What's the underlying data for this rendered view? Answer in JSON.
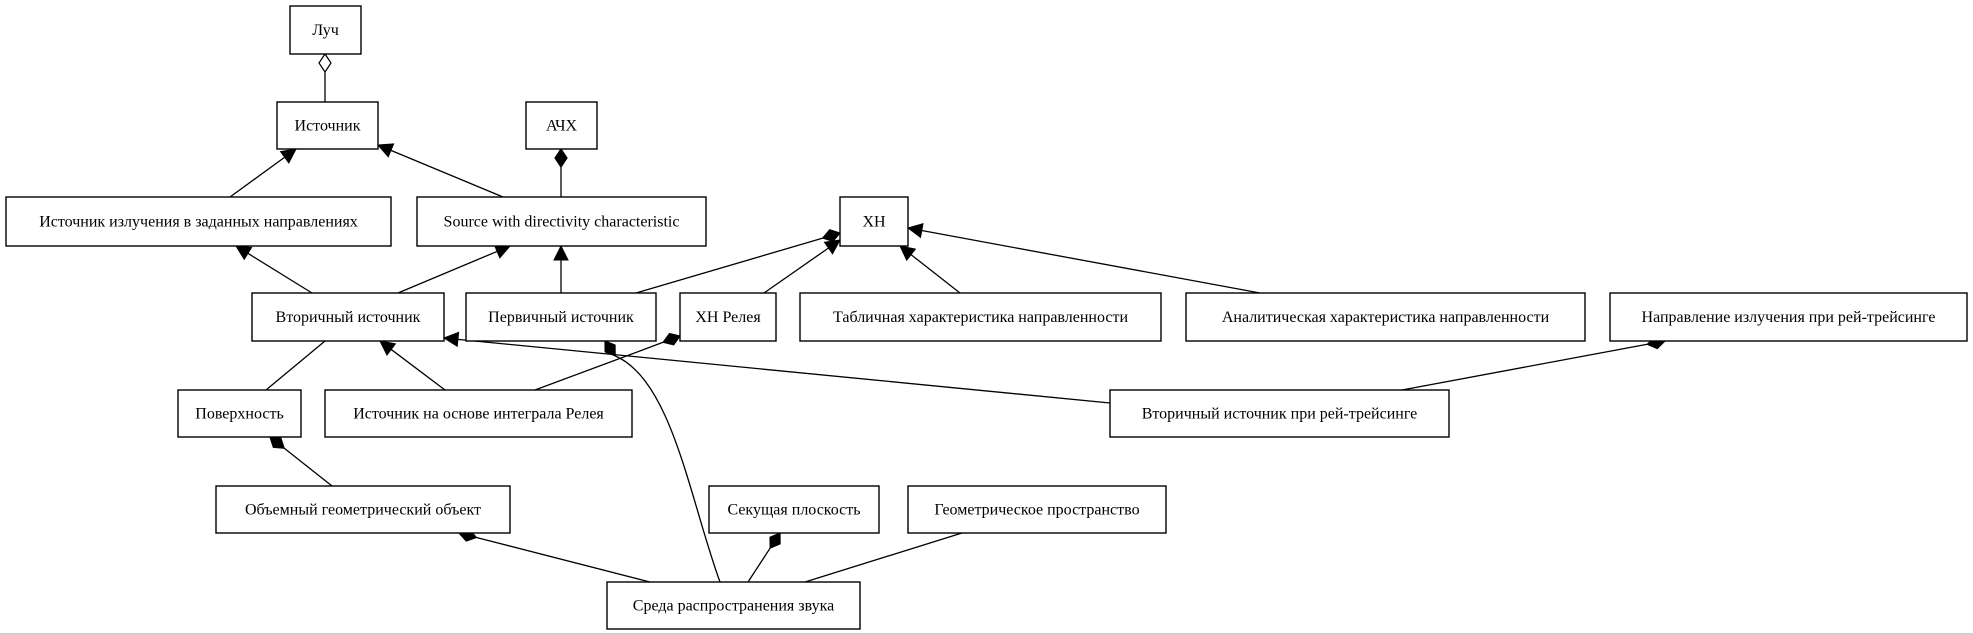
{
  "diagram": {
    "nodes": {
      "luch": "Луч",
      "istochnik": "Источник",
      "achx": "АЧХ",
      "ist_izl": "Источник излучения в заданных направлениях",
      "source_dir": "Source with directivity characteristic",
      "xn": "ХН",
      "vtor": "Вторичный источник",
      "perv": "Первичный источник",
      "xn_releya": "ХН Релея",
      "tabl": "Табличная характеристика направленности",
      "anal": "Аналитическая характеристика направленности",
      "napr": "Направление излучения при рей-трейсинге",
      "poverh": "Поверхность",
      "ist_int": "Источник на основе интеграла Релея",
      "vtor_rt": "Вторичный источник при рей-трейсинге",
      "obem": "Объемный геометрический объект",
      "sek": "Секущая плоскость",
      "geom": "Геометрическое пространство",
      "sreda": "Среда распространения звука"
    },
    "relations": [
      {
        "from": "istochnik",
        "to": "luch",
        "type": "aggregation"
      },
      {
        "from": "ist_izl",
        "to": "istochnik",
        "type": "inheritance"
      },
      {
        "from": "source_dir",
        "to": "istochnik",
        "type": "inheritance"
      },
      {
        "from": "source_dir",
        "to": "achx",
        "type": "composition"
      },
      {
        "from": "vtor",
        "to": "ist_izl",
        "type": "inheritance"
      },
      {
        "from": "vtor",
        "to": "source_dir",
        "type": "inheritance"
      },
      {
        "from": "perv",
        "to": "source_dir",
        "type": "inheritance"
      },
      {
        "from": "perv",
        "to": "xn",
        "type": "composition"
      },
      {
        "from": "xn_releya",
        "to": "xn",
        "type": "inheritance"
      },
      {
        "from": "tabl",
        "to": "xn",
        "type": "inheritance"
      },
      {
        "from": "anal",
        "to": "xn",
        "type": "inheritance"
      },
      {
        "from": "poverh",
        "to": "vtor",
        "type": "association"
      },
      {
        "from": "ist_int",
        "to": "vtor",
        "type": "inheritance"
      },
      {
        "from": "ist_int",
        "to": "xn_releya",
        "type": "composition"
      },
      {
        "from": "vtor_rt",
        "to": "vtor",
        "type": "inheritance"
      },
      {
        "from": "vtor_rt",
        "to": "napr",
        "type": "composition"
      },
      {
        "from": "obem",
        "to": "poverh",
        "type": "composition"
      },
      {
        "from": "sreda",
        "to": "obem",
        "type": "composition"
      },
      {
        "from": "sreda",
        "to": "perv",
        "type": "composition"
      },
      {
        "from": "sreda",
        "to": "sek",
        "type": "composition"
      },
      {
        "from": "sreda",
        "to": "geom",
        "type": "association"
      }
    ]
  }
}
